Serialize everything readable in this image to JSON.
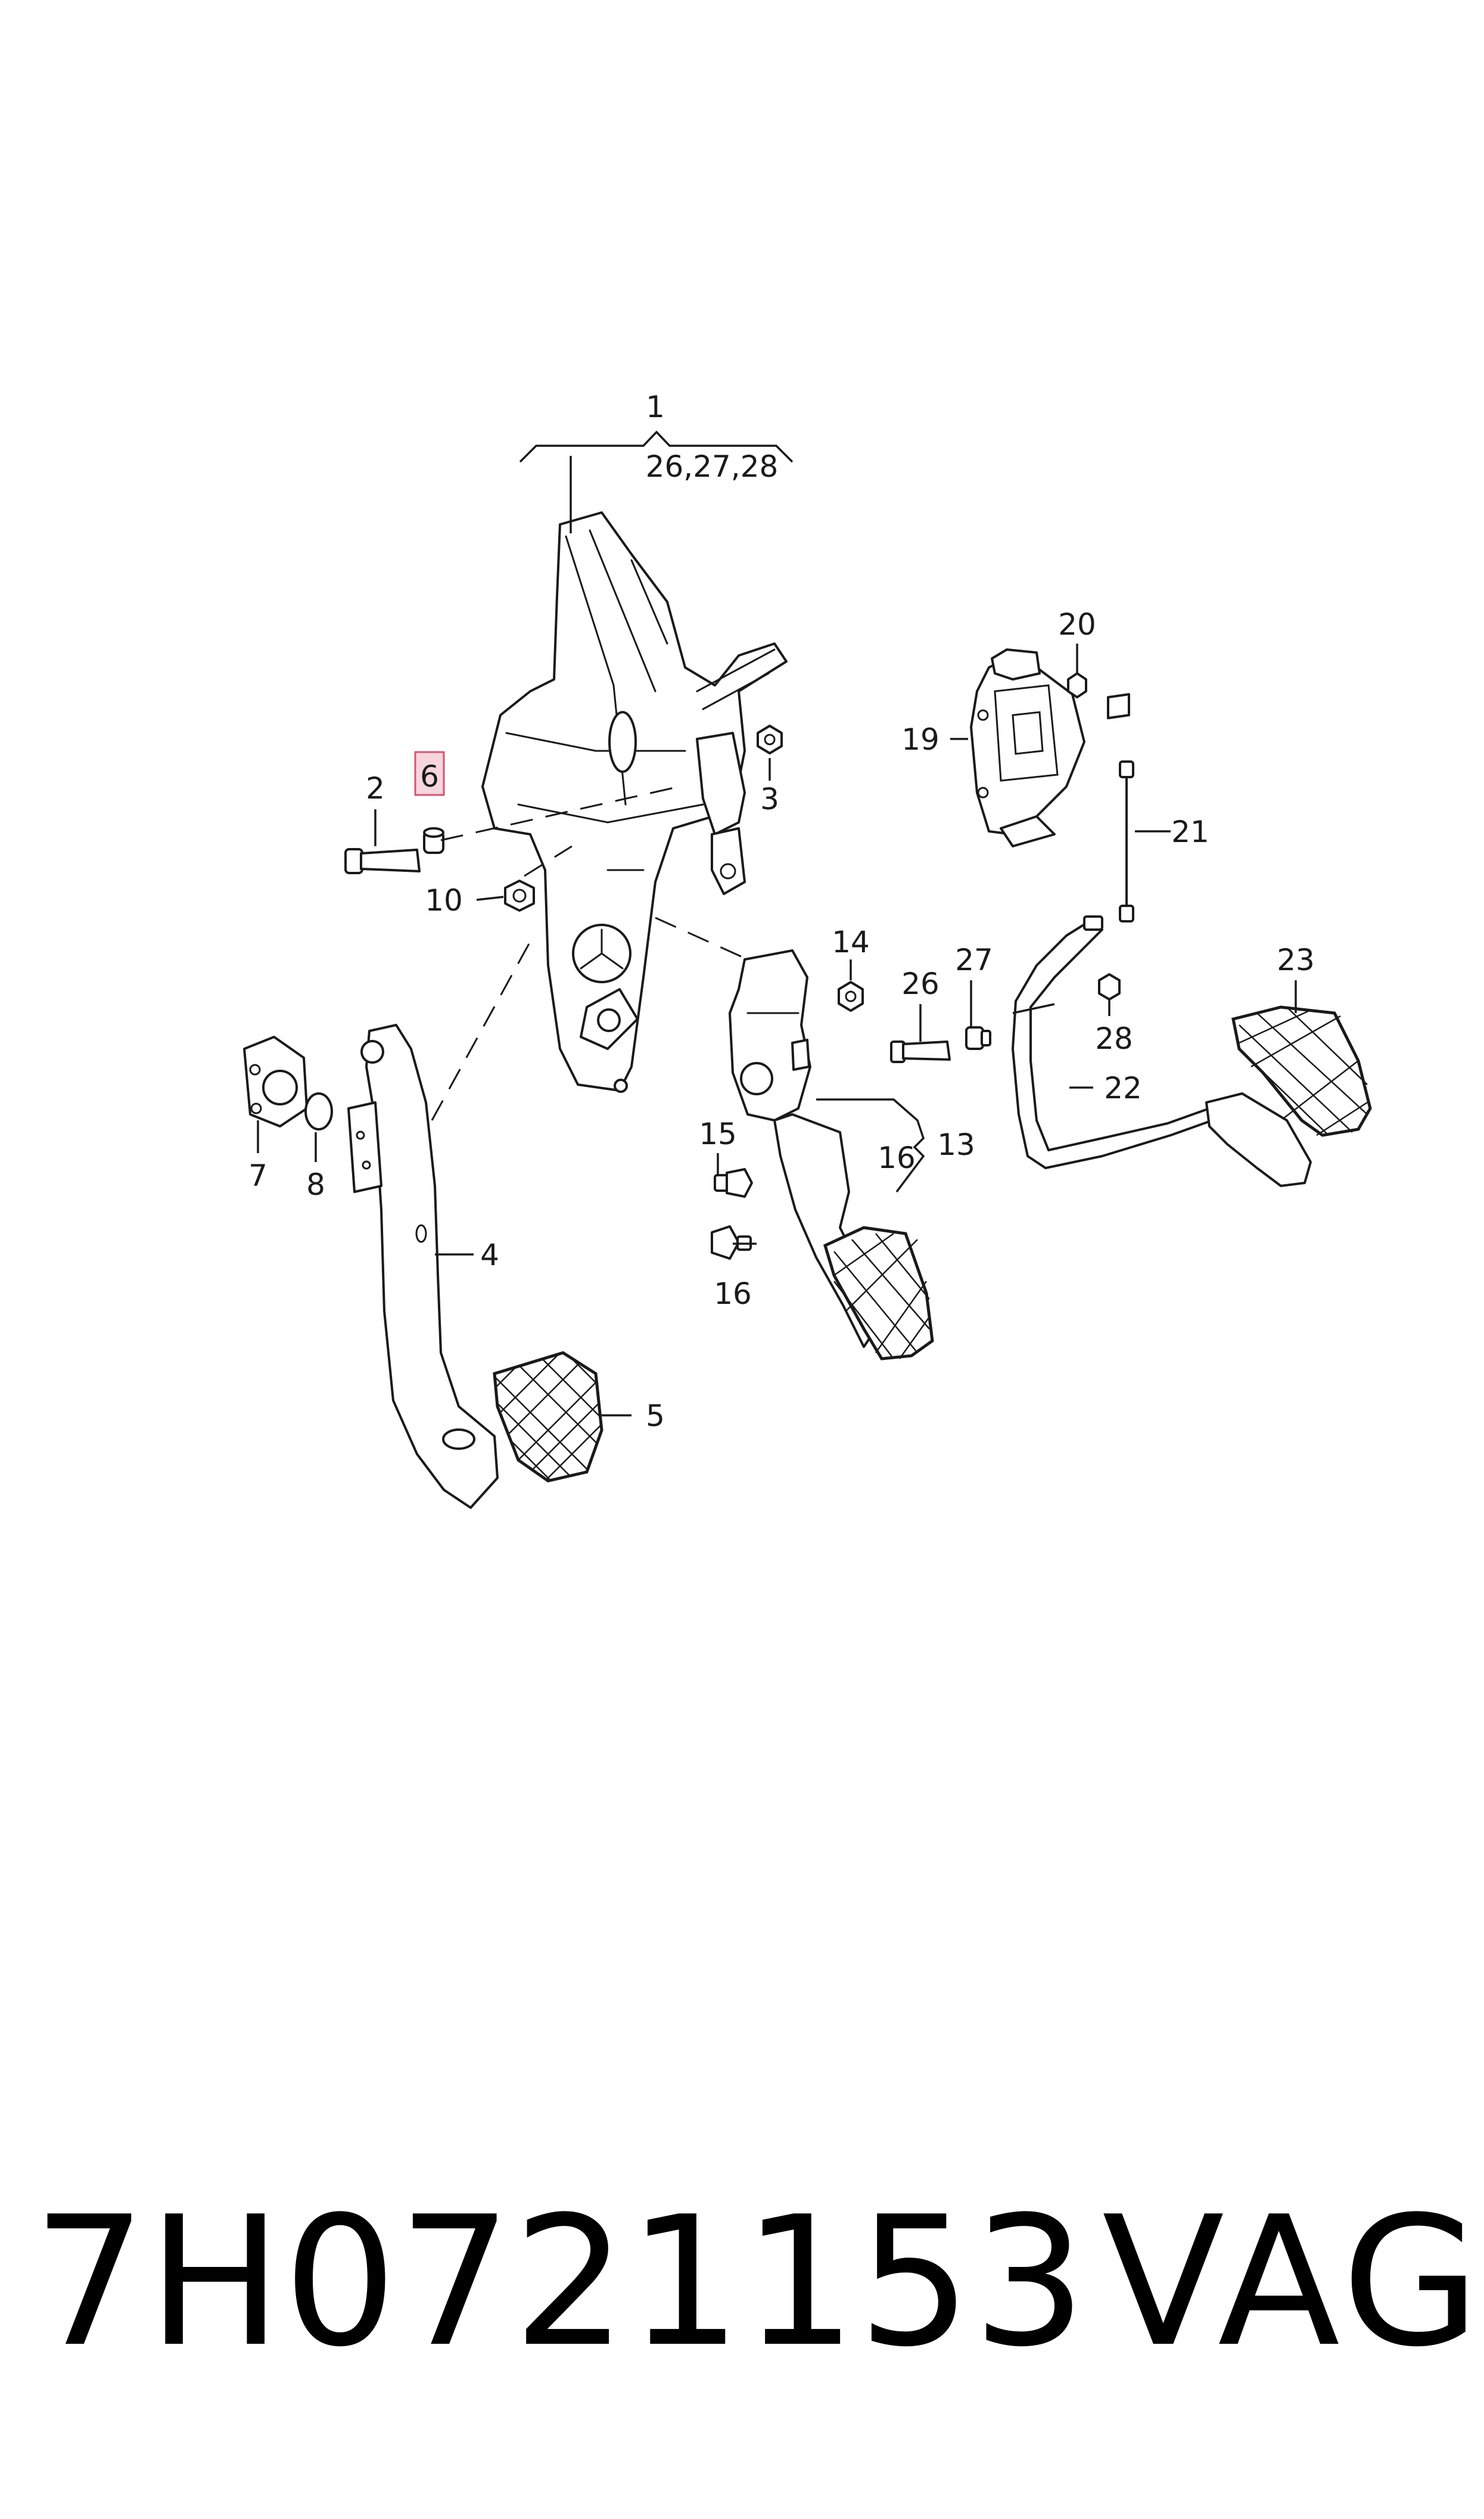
{
  "callouts": {
    "c1": "1",
    "c1_sub": "26,27,28",
    "c2": "2",
    "c3": "3",
    "c4": "4",
    "c5": "5",
    "c6": "6",
    "c7": "7",
    "c8": "8",
    "c10": "10",
    "c13": "13",
    "c14": "14",
    "c15": "15",
    "c16a": "16",
    "c16b": "16",
    "c19": "19",
    "c20": "20",
    "c21": "21",
    "c22": "22",
    "c23": "23",
    "c26": "26",
    "c27": "27",
    "c28": "28"
  },
  "highlight": {
    "label": "6",
    "color": "#d9536e"
  },
  "footer": {
    "part_number": "7H0721153",
    "brand": "VAG"
  }
}
